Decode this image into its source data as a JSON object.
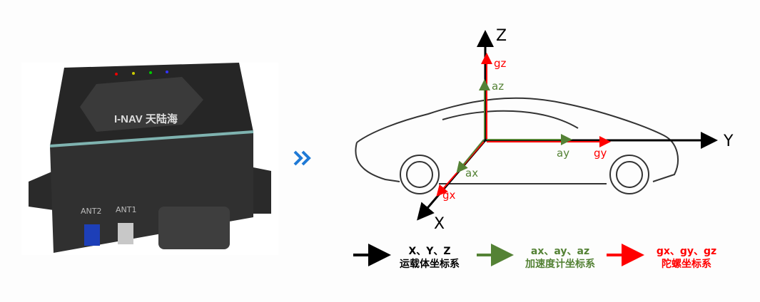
{
  "device": {
    "brand": "I-NAV 天陆海",
    "ports": [
      "ANT2",
      "ANT1"
    ]
  },
  "axes": {
    "Z": "Z",
    "Y": "Y",
    "X": "X",
    "gz": "gz",
    "az": "az",
    "gy": "gy",
    "ay": "ay",
    "gx": "gx",
    "ax": "ax"
  },
  "legend": [
    {
      "symbols": "X、Y、Z",
      "name": "运载体坐标系",
      "color": "#000000"
    },
    {
      "symbols": "ax、ay、az",
      "name": "加速度计坐标系",
      "color": "#548235"
    },
    {
      "symbols": "gx、gy、gz",
      "name": "陀螺坐标系",
      "color": "#ff0000"
    }
  ],
  "colors": {
    "accent": "#1f7ad6",
    "gyro": "#ff0000",
    "accel": "#548235"
  }
}
